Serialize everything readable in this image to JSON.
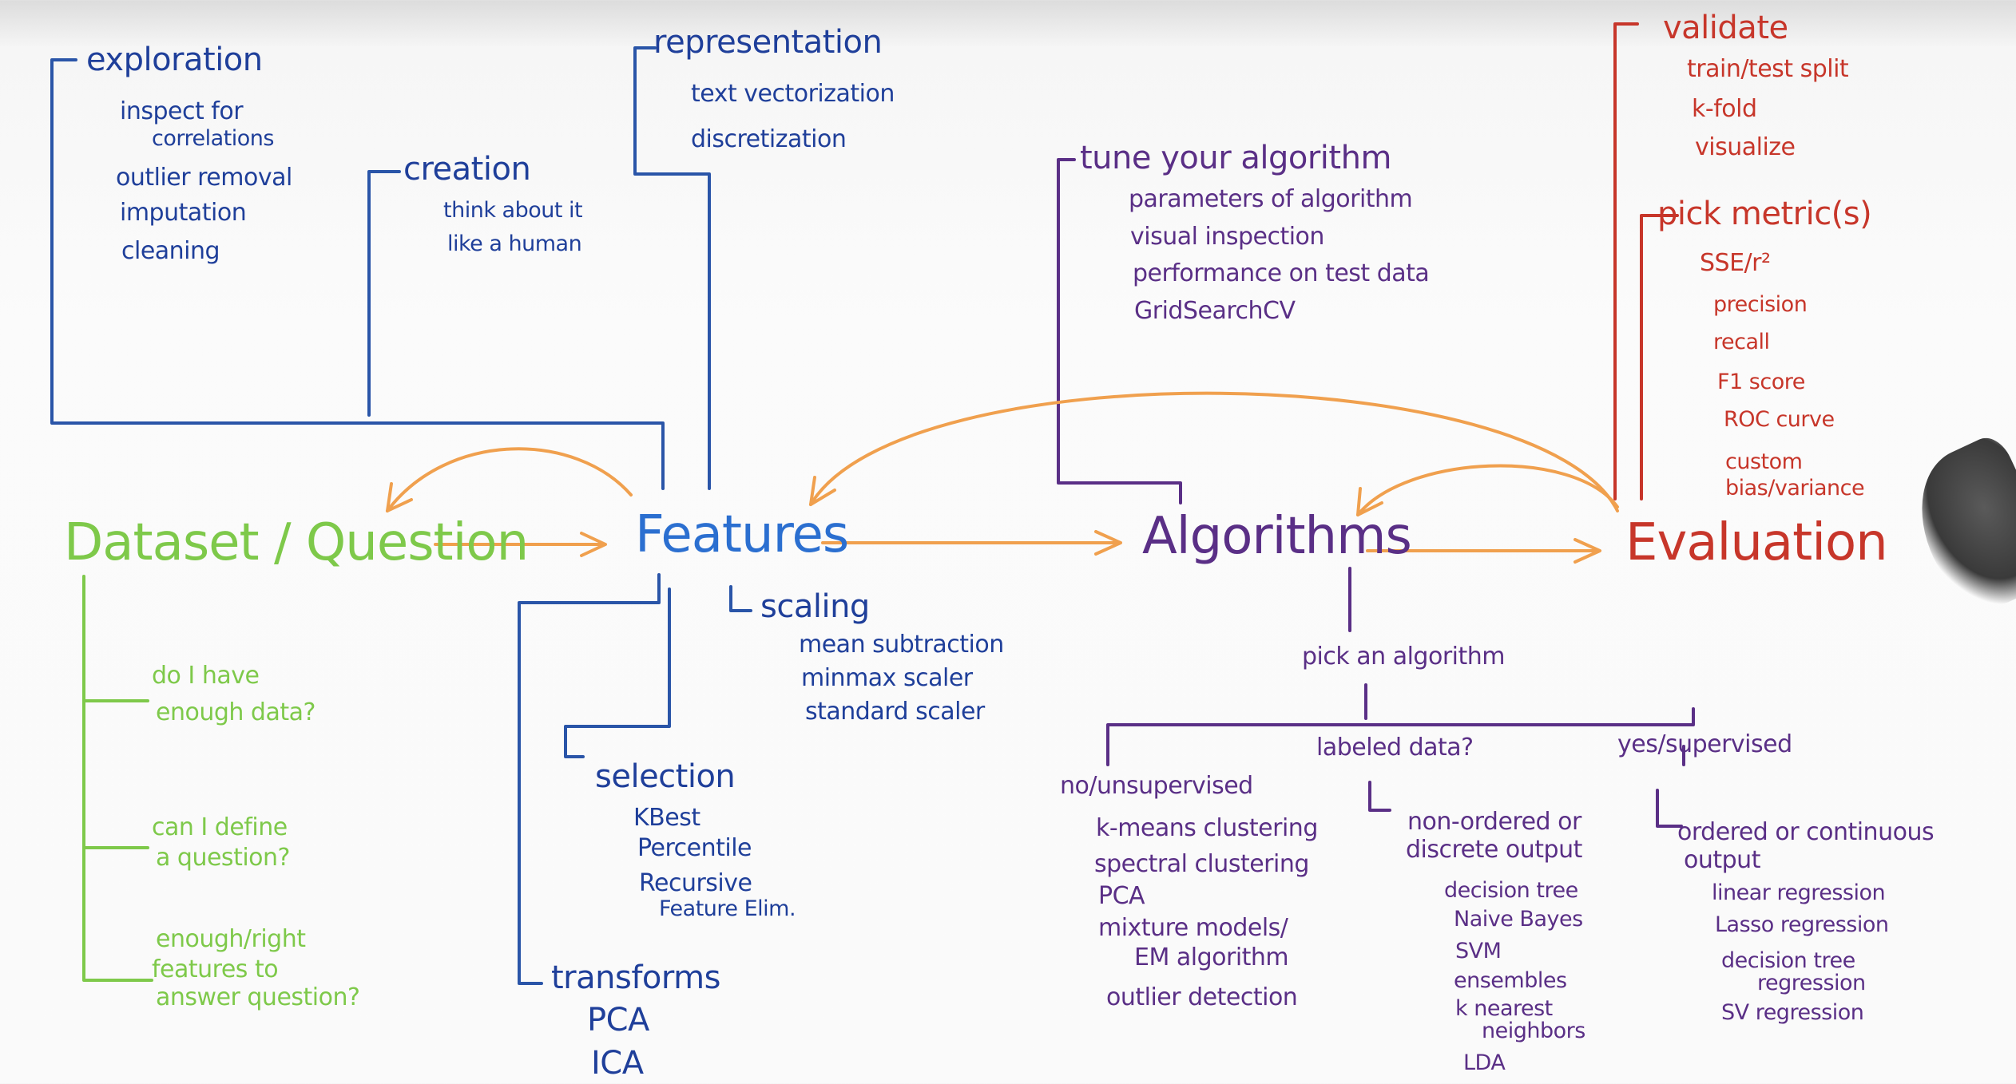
{
  "nodes": {
    "dataset": "Dataset / Question",
    "features": "Features",
    "algorithms": "Algorithms",
    "evaluation": "Evaluation"
  },
  "exploration": {
    "title": "exploration",
    "items": [
      "inspect for",
      "correlations",
      "outlier removal",
      "imputation",
      "cleaning"
    ]
  },
  "creation": {
    "title": "creation",
    "items": [
      "think about it",
      "like a human"
    ]
  },
  "representation": {
    "title": "representation",
    "items": [
      "text vectorization",
      "discretization"
    ]
  },
  "scaling": {
    "title": "scaling",
    "items": [
      "mean subtraction",
      "minmax scaler",
      "standard scaler"
    ]
  },
  "selection": {
    "title": "selection",
    "items": [
      "KBest",
      "Percentile",
      "Recursive",
      "Feature Elim."
    ]
  },
  "transforms": {
    "title": "transforms",
    "items": [
      "PCA",
      "ICA"
    ]
  },
  "dataset_questions": [
    "do I have",
    "enough data?",
    "can I define",
    "a question?",
    "enough/right",
    "features to",
    "answer question?"
  ],
  "tune": {
    "title": "tune your algorithm",
    "items": [
      "parameters of algorithm",
      "visual inspection",
      "performance on test data",
      "GridSearchCV"
    ]
  },
  "pick": {
    "title": "pick an algorithm",
    "labeled": "labeled data?",
    "yes": "yes/supervised",
    "no": "no/unsupervised",
    "unsupervised": [
      "k-means clustering",
      "spectral clustering",
      "PCA",
      "mixture models/",
      "EM algorithm",
      "outlier detection"
    ],
    "discrete_title": [
      "non-ordered or",
      "discrete output"
    ],
    "discrete": [
      "decision tree",
      "Naive Bayes",
      "SVM",
      "ensembles",
      "k nearest",
      "neighbors",
      "LDA"
    ],
    "continuous_title": [
      "ordered or continuous",
      "output"
    ],
    "continuous": [
      "linear regression",
      "Lasso regression",
      "decision tree",
      "regression",
      "SV regression"
    ]
  },
  "validate": {
    "title": "validate",
    "items": [
      "train/test split",
      "k-fold",
      "visualize"
    ]
  },
  "metrics": {
    "title": "pick metric(s)",
    "items": [
      "SSE/r²",
      "precision",
      "recall",
      "F1 score",
      "ROC curve",
      "custom",
      "bias/variance"
    ]
  },
  "colors": {
    "green": "#7ec94a",
    "blue": "#1f3f9a",
    "node_blue": "#2b6fd0",
    "purple": "#5a2f86",
    "red": "#c7362a",
    "orange": "#f0a04e"
  },
  "icons": {
    "pen": "marker-pen-tip"
  }
}
